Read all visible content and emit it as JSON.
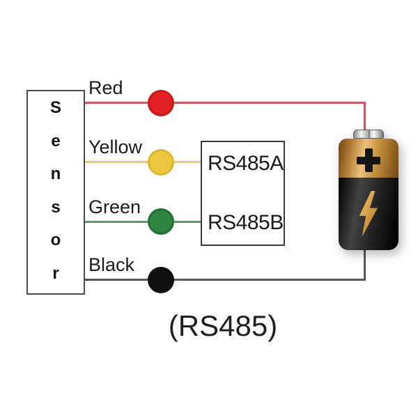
{
  "diagram": {
    "caption": "(RS485)",
    "sensor": {
      "label": "Sensor",
      "letters": [
        "S",
        "e",
        "n",
        "s",
        "o",
        "r"
      ]
    },
    "wires": [
      {
        "label": "Red",
        "wire_color": "#c9595c",
        "dot_color": "#df2025",
        "connects_to": "battery-positive-terminal"
      },
      {
        "label": "Yellow",
        "wire_color": "#e6cc6e",
        "dot_color": "#eac73d",
        "connects_to": "RS485A"
      },
      {
        "label": "Green",
        "wire_color": "#5f996a",
        "dot_color": "#2e8440",
        "connects_to": "RS485B"
      },
      {
        "label": "Black",
        "wire_color": "#565656",
        "dot_color": "#101010",
        "connects_to": "battery-negative-terminal"
      }
    ],
    "rs485_module": {
      "port_a": "RS485A",
      "port_b": "RS485B"
    },
    "battery": {
      "positive_symbol": "+",
      "bolt_icon": "lightning-bolt",
      "copper_color": "#c8923f",
      "body_color": "#111111",
      "terminal_color": "#d9d9d9"
    }
  }
}
